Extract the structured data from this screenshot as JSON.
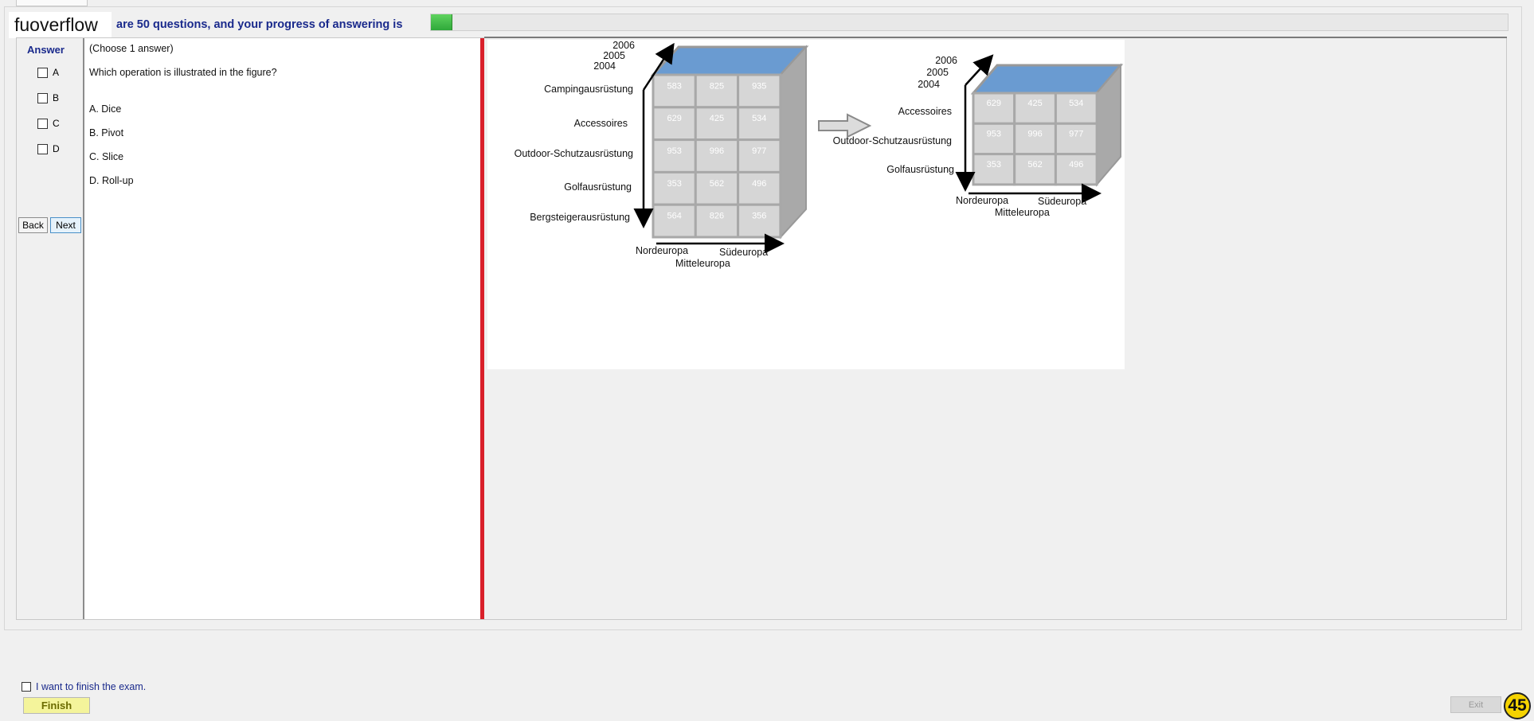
{
  "header": {
    "brand": "fuoverflow",
    "progress_text": "are 50 questions, and your progress of answering is",
    "progress_fraction": 0.02
  },
  "answers": {
    "title": "Answer",
    "options": [
      "A",
      "B",
      "C",
      "D"
    ]
  },
  "nav": {
    "back": "Back",
    "next": "Next"
  },
  "question": {
    "instruction": "(Choose 1 answer)",
    "text": "Which operation is illustrated in the figure?",
    "choices": [
      "A.  Dice",
      "B.  Pivot",
      "C.  Slice",
      "D.  Roll-up"
    ]
  },
  "figure": {
    "years": [
      "2006",
      "2005",
      "2004"
    ],
    "left_rows": [
      "Campingausrüstung",
      "Accessoires",
      "Outdoor-Schutzausrüstung",
      "Golfausrüstung",
      "Bergsteigerausrüstung"
    ],
    "left_values": [
      [
        "583",
        "825",
        "935"
      ],
      [
        "629",
        "425",
        "534"
      ],
      [
        "953",
        "996",
        "977"
      ],
      [
        "353",
        "562",
        "496"
      ],
      [
        "564",
        "826",
        "356"
      ]
    ],
    "right_rows": [
      "Accessoires",
      "Outdoor-Schutzausrüstung",
      "Golfausrüstung"
    ],
    "right_values": [
      [
        "629",
        "425",
        "534"
      ],
      [
        "953",
        "996",
        "977"
      ],
      [
        "353",
        "562",
        "496"
      ]
    ],
    "regions": [
      "Nordeuropa",
      "Südeuropa",
      "Mitteleuropa"
    ],
    "colors": {
      "cell": "#d6d6d6",
      "top": "#6a9bd1",
      "side": "#a9a9a9",
      "text": "#ffffff"
    }
  },
  "footer": {
    "finish_checkbox_label": "I want to finish the exam.",
    "finish": "Finish",
    "exit": "Exit",
    "badge": "45"
  }
}
